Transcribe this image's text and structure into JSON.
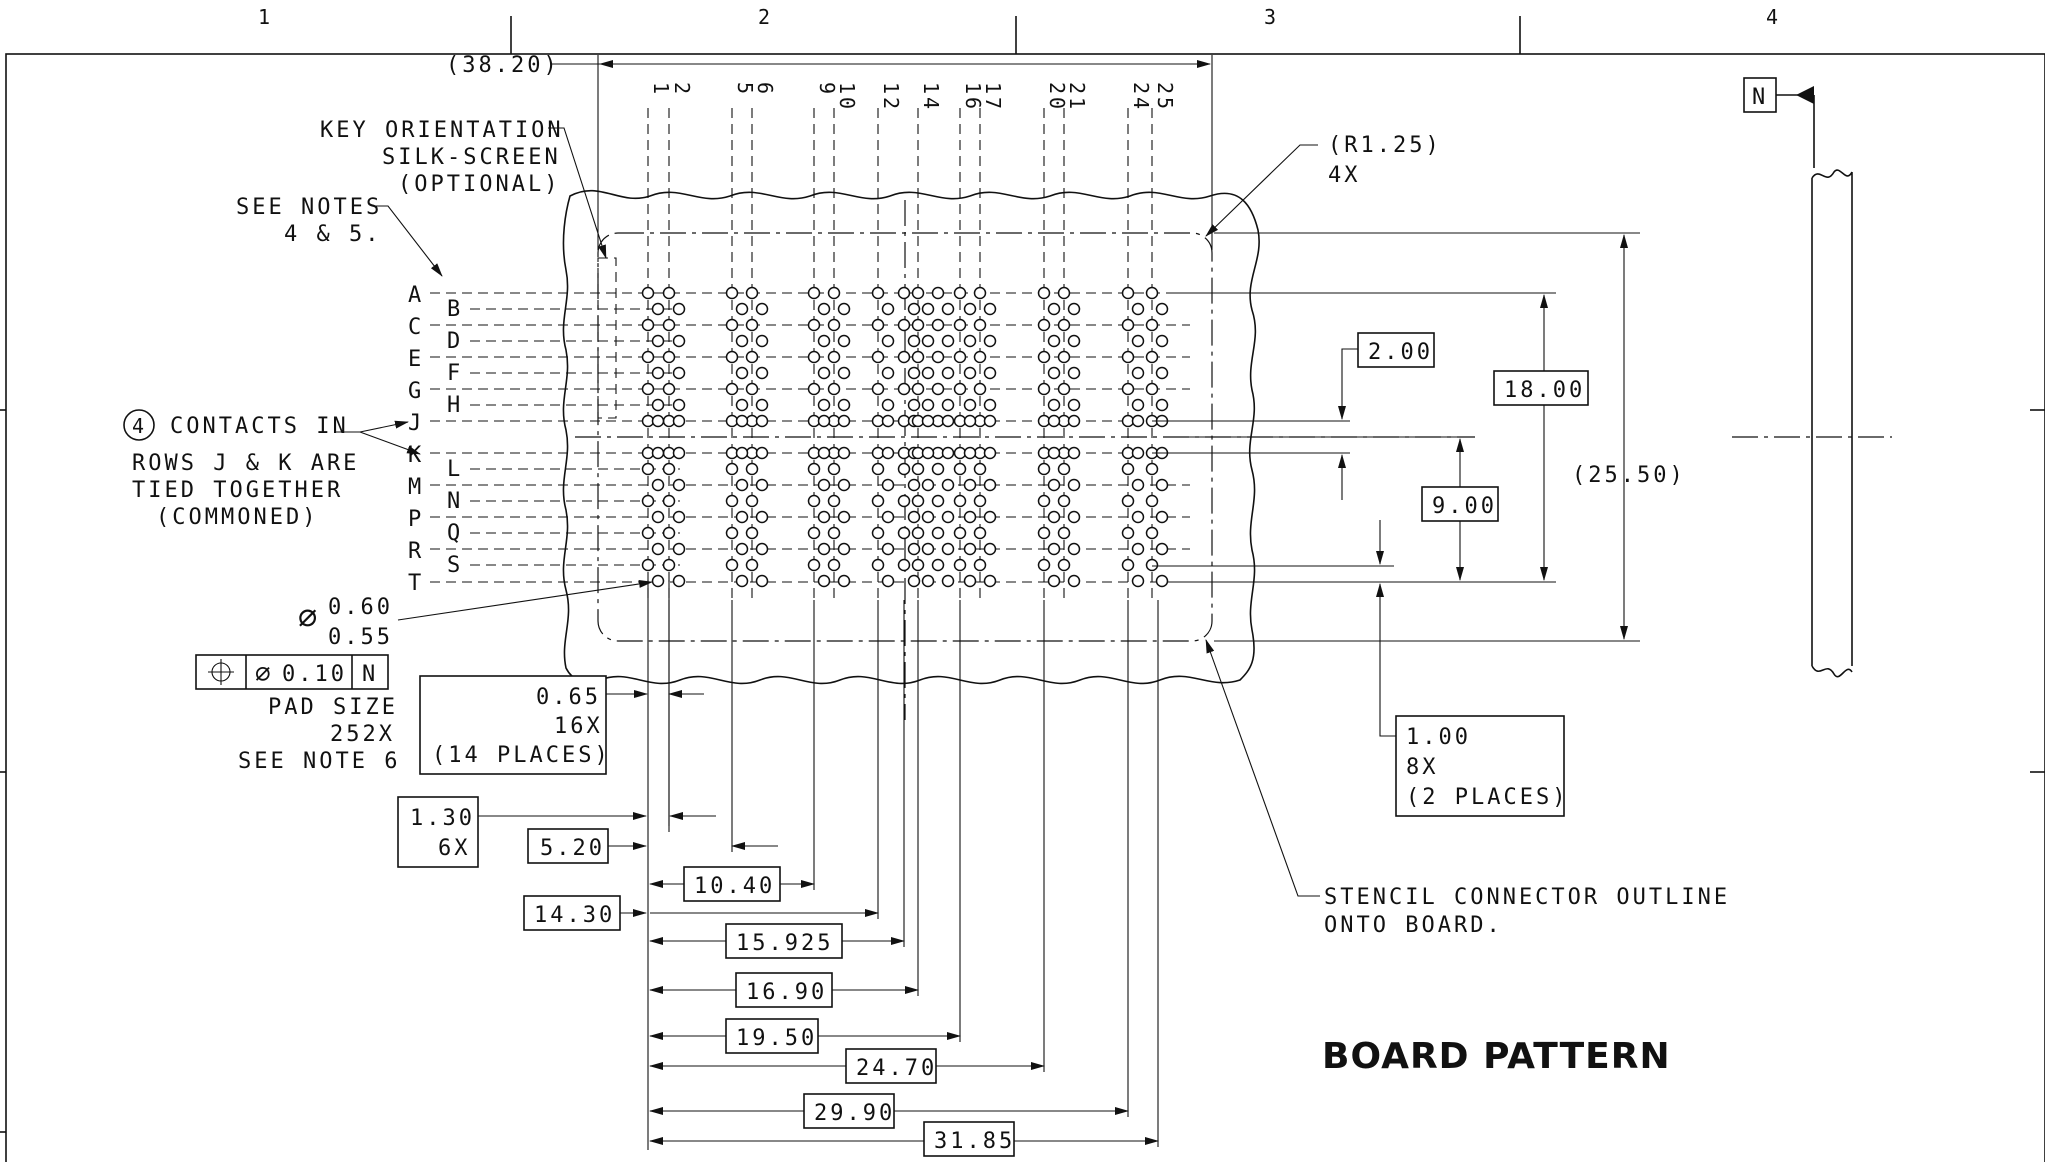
{
  "zones": [
    "1",
    "2",
    "3",
    "4"
  ],
  "dims": {
    "overall_width": "(38.20)",
    "corner_radius": "(R1.25)",
    "corner_radius_qty": "4X",
    "pitch_2": "2.00",
    "span_18": "18.00",
    "overall_height": "(25.50)",
    "span_9": "9.00",
    "pitch_1": "1.00",
    "pitch_1_qty": "8X",
    "pitch_1_places": "(2 PLACES)",
    "pad_pitch": "0.65",
    "pad_pitch_qty": "16X",
    "pad_pitch_places": "(14 PLACES)",
    "d130": "1.30",
    "d130_qty": "6X",
    "d520": "5.20",
    "d1040": "10.40",
    "d1430": "14.30",
    "d15925": "15.925",
    "d1690": "16.90",
    "d1950": "19.50",
    "d2470": "24.70",
    "d2990": "29.90",
    "d3185": "31.85"
  },
  "notes": {
    "key_orientation_1": "KEY ORIENTATION",
    "key_orientation_2": "SILK-SCREEN",
    "key_orientation_3": "(OPTIONAL)",
    "see_notes_1": "SEE NOTES",
    "see_notes_2": "4 & 5.",
    "contacts_num": "4",
    "contacts_1": "CONTACTS IN",
    "contacts_2": "ROWS J & K ARE",
    "contacts_3": "TIED TOGETHER",
    "contacts_4": "(COMMONED)",
    "pad_dia_max": "0.60",
    "pad_dia_min": "0.55",
    "fcf_tol": "0.10",
    "fcf_datum": "N",
    "pad_size_1": "PAD SIZE",
    "pad_size_2": "252X",
    "pad_size_3": "SEE NOTE 6",
    "stencil_1": "STENCIL CONNECTOR OUTLINE",
    "stencil_2": "ONTO BOARD.",
    "datum_flag": "N"
  },
  "rows_left": [
    "A",
    "C",
    "E",
    "G",
    "J",
    "K",
    "M",
    "P",
    "R",
    "T"
  ],
  "rows_right": [
    "B",
    "D",
    "F",
    "H",
    "L",
    "N",
    "Q",
    "S"
  ],
  "columns": [
    "1",
    "2",
    "5",
    "6",
    "9",
    "10",
    "12",
    "14",
    "16",
    "17",
    "20",
    "21",
    "24",
    "25"
  ],
  "title": "BOARD PATTERN"
}
